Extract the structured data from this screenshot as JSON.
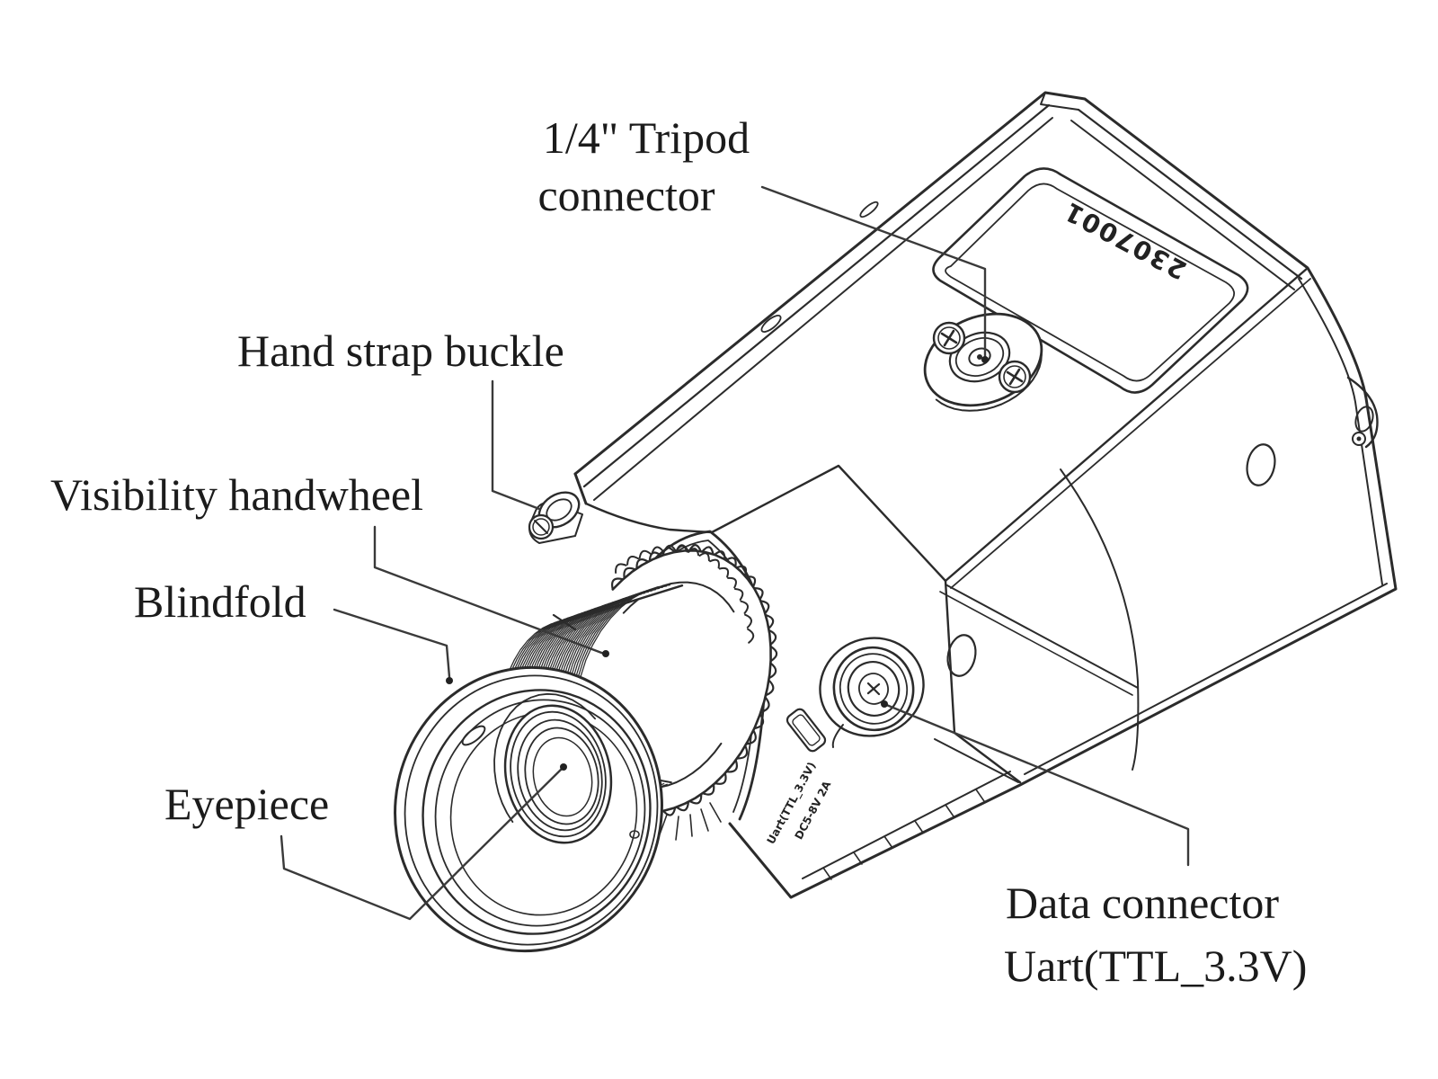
{
  "diagram": {
    "labels": {
      "tripod_connector": {
        "line1": "1/4\" Tripod",
        "line2": "connector"
      },
      "hand_strap_buckle": "Hand strap buckle",
      "visibility_handwheel": "Visibility handwheel",
      "blindfold": "Blindfold",
      "eyepiece": "Eyepiece",
      "data_connector": {
        "line1": "Data connector",
        "line2": "Uart(TTL_3.3V)"
      }
    },
    "device_markings": {
      "serial_number": "2307001",
      "side_text_line1": "Uart(TTL_3.3V)",
      "side_text_line2": "DC5-8V 2A"
    },
    "colors": {
      "line": "#2b2b2b",
      "leader": "#3a3a3a",
      "text": "#1b1b1b",
      "background": "#ffffff"
    }
  }
}
